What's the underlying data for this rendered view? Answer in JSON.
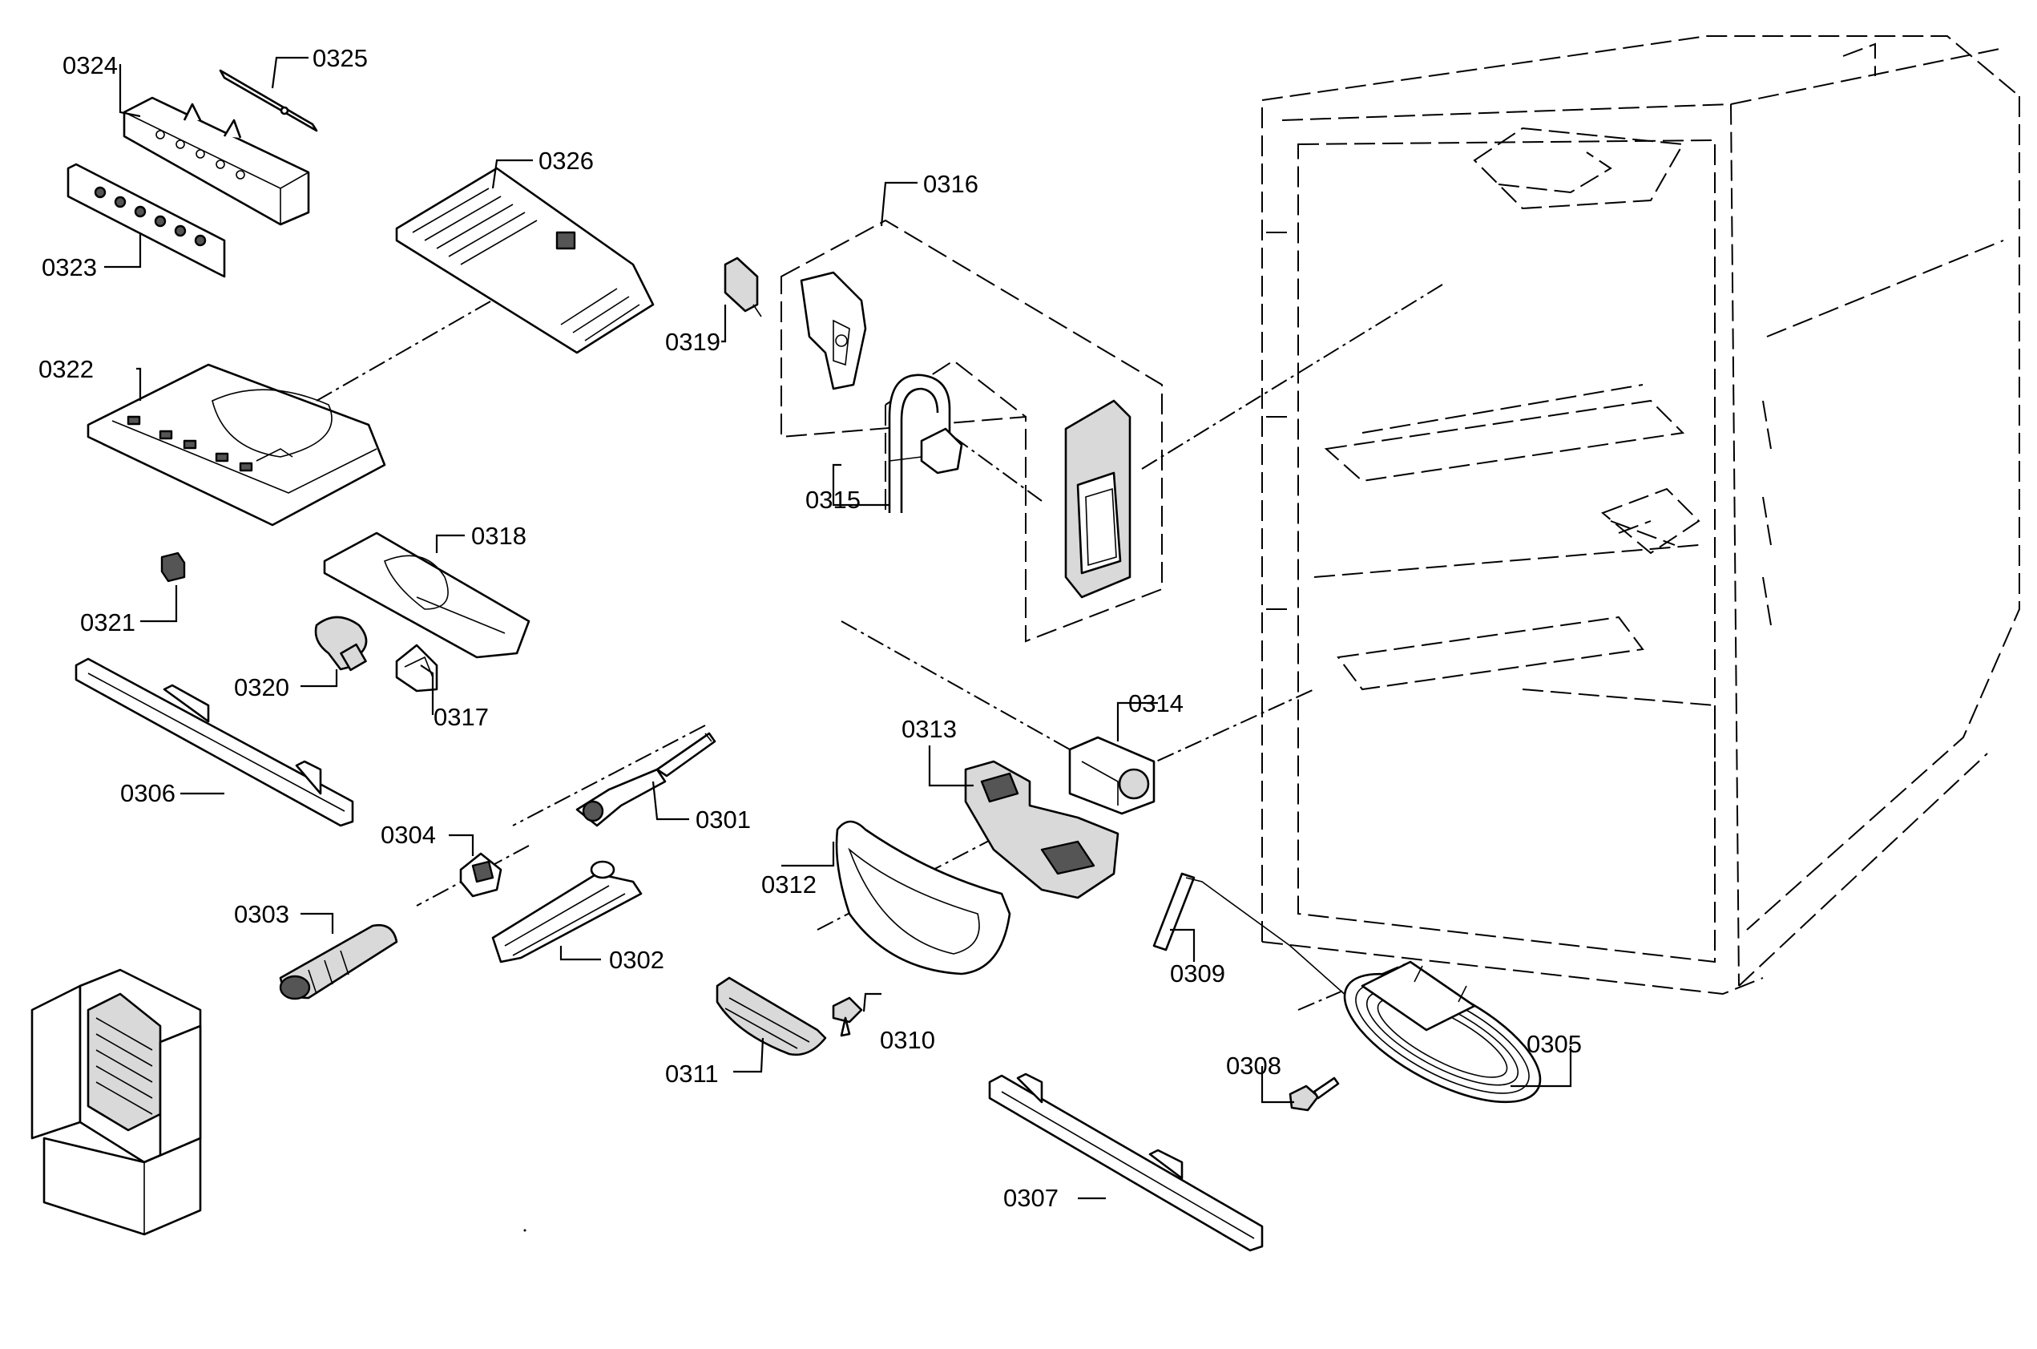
{
  "labels": {
    "p0301": "0301",
    "p0302": "0302",
    "p0303": "0303",
    "p0304": "0304",
    "p0305": "0305",
    "p0306": "0306",
    "p0307": "0307",
    "p0308": "0308",
    "p0309": "0309",
    "p0310": "0310",
    "p0311": "0311",
    "p0312": "0312",
    "p0313": "0313",
    "p0314": "0314",
    "p0315": "0315",
    "p0316": "0316",
    "p0317": "0317",
    "p0318": "0318",
    "p0319": "0319",
    "p0320": "0320",
    "p0321": "0321",
    "p0322": "0322",
    "p0323": "0323",
    "p0324": "0324",
    "p0325": "0325",
    "p0326": "0326"
  },
  "colors": {
    "line": "#000000",
    "background": "#ffffff",
    "shade": "#d9d9d9",
    "dark": "#555555"
  }
}
